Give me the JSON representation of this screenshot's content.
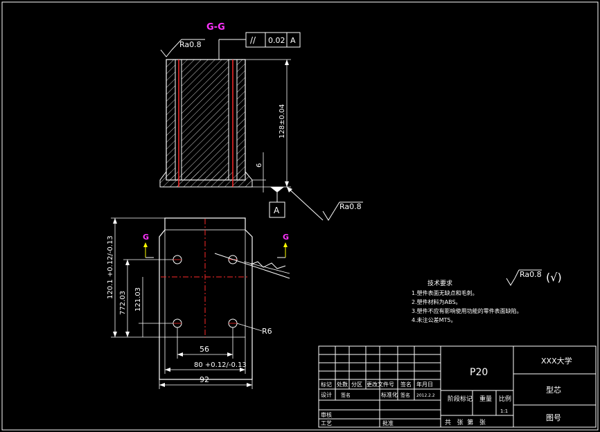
{
  "section_label": "G-G",
  "section_arrow_label": "G",
  "roughness_top": "Ra0.8",
  "roughness_datum": "Ra0.8",
  "roughness_general": "Ra0.8",
  "roughness_general_suffix": "(√)",
  "tolerance_frame": {
    "symbol": "//",
    "value": "0.02",
    "datum": "A"
  },
  "datum_label": "A",
  "dim_height_vertical": "128±0.04",
  "dim_step": "6",
  "dim_total_height": "120.1 +0.12/-0.13",
  "dim_772": "772.03",
  "dim_121": "121.03",
  "dim_56": "56",
  "dim_80": "80 +0.12/-0.13",
  "dim_92": "92",
  "dim_r6": "R6",
  "notes": {
    "title": "技术要求",
    "items": [
      "1.塑件表面无缺点和毛刺。",
      "2.塑件材料为ABS。",
      "3.塑件不应有影响使用功能的零件表面缺陷。",
      "4.未注公差MT5。"
    ]
  },
  "title_block": {
    "part_name": "P20",
    "school": "XXX大学",
    "drawing_name": "型芯",
    "drawing_no": "图号",
    "scale_value": "1:1",
    "sheet_text": "共   张  第   张",
    "row_headers": [
      "标记",
      "处数",
      "分区",
      "更改文件号",
      "签名",
      "年月日"
    ],
    "design_row": [
      "设计",
      "签名",
      "标准化",
      "签名",
      "2012.2.2"
    ],
    "stage_mark": "阶段标记",
    "weight": "重量",
    "scale": "比例",
    "review": "审核",
    "process": "工艺",
    "approve": "批准"
  },
  "colors": {
    "line": "#ffffff",
    "center": "#ff2a2a",
    "accent": "#ff33ff",
    "arrow_mark": "#ffff00"
  }
}
